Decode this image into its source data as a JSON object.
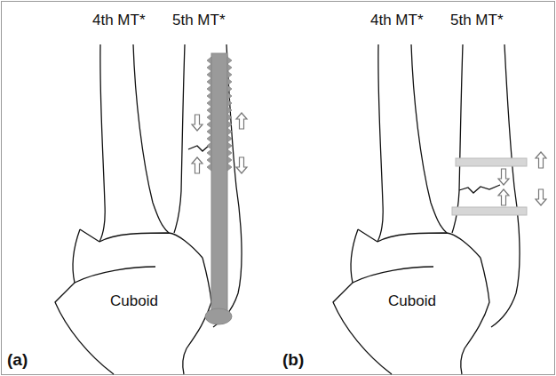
{
  "diagram": {
    "labels": [
      "4th MT*",
      "5th MT*",
      "Cuboid",
      "(a)",
      "4th MT*",
      "5th MT*",
      "Cuboid",
      "(b)"
    ]
  }
}
